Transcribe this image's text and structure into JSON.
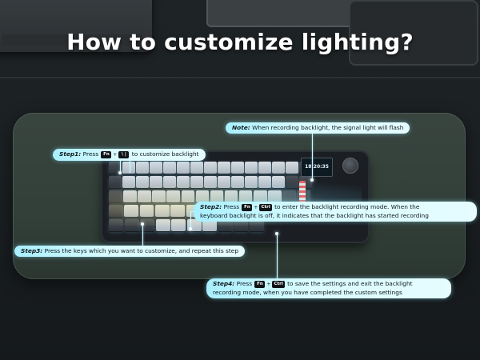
{
  "title": "How to customize lighting?",
  "screen_time": "18:20:35",
  "note": {
    "label": "Note:",
    "text": " When recording backlight, the signal light will flash"
  },
  "step1": {
    "label": "Step1:",
    "pre": " Press ",
    "key_a": "Fn",
    "plus": "+",
    "key_b": "\\ |",
    "post": " to customize backlight"
  },
  "step2": {
    "label": "Step2:",
    "pre": " Press ",
    "key_a": "Fn",
    "plus": "+",
    "key_b": "Ctrl",
    "post": " to enter the backlight recording mode. When the",
    "line2": "keyboard backlight is off, it indicates that the backlight has started recording"
  },
  "step3": {
    "label": "Step3:",
    "text": " Press the keys which you want to customize, and repeat this step"
  },
  "step4": {
    "label": "Step4:",
    "pre": " Press ",
    "key_a": "Fn",
    "plus": "+",
    "key_b": "Ctrl",
    "post": " to save the settings and exit the backlight",
    "line2": "recording mode, when you have completed the custom settings"
  }
}
